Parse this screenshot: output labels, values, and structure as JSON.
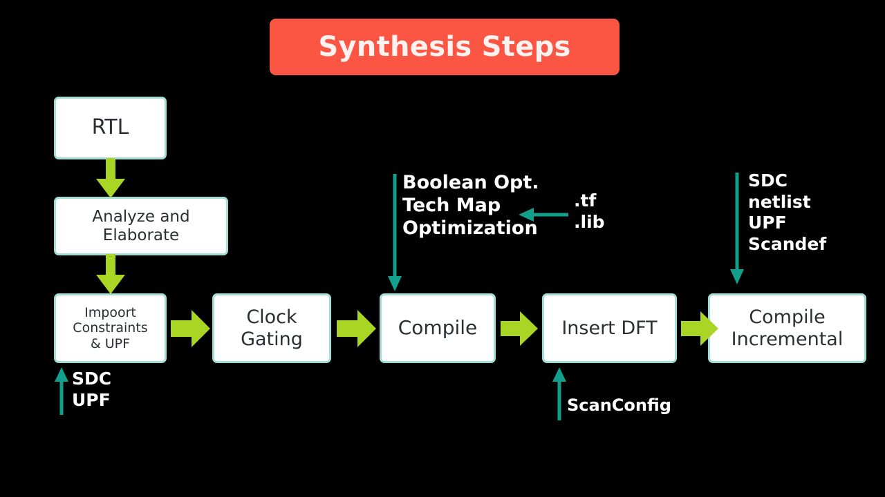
{
  "title": {
    "text": "Synthesis Steps",
    "banner_color": "#fb5543",
    "text_color": "#fdf2ef"
  },
  "colors": {
    "background": "#000000",
    "box_fill": "#ffffff",
    "box_border": "#a3ded6",
    "box_text": "#2b2f33",
    "flow_arrow": "#a9d524",
    "annotation_arrow": "#12a08c",
    "annotation_text": "#ffffff"
  },
  "flow": {
    "boxes": [
      {
        "id": "rtl",
        "label": "RTL"
      },
      {
        "id": "analyze",
        "label": "Analyze and\nElaborate"
      },
      {
        "id": "import",
        "label": "Impoort\nConstraints\n& UPF"
      },
      {
        "id": "clock-gating",
        "label": "Clock\nGating"
      },
      {
        "id": "compile",
        "label": "Compile"
      },
      {
        "id": "insert-dft",
        "label": "Insert DFT"
      },
      {
        "id": "compile-incr",
        "label": "Compile\nIncremental"
      }
    ],
    "arrows": [
      {
        "id": "rtl-to-analyze",
        "direction": "down"
      },
      {
        "id": "analyze-to-import",
        "direction": "down"
      },
      {
        "id": "import-to-clock-gating",
        "direction": "right"
      },
      {
        "id": "clock-gating-to-compile",
        "direction": "right"
      },
      {
        "id": "compile-to-insert-dft",
        "direction": "right"
      },
      {
        "id": "insert-dft-to-compile-incr",
        "direction": "right"
      }
    ]
  },
  "annotations": [
    {
      "id": "compile-inputs",
      "text": "Boolean Opt.\nTech Map\nOptimization",
      "arrow": "down",
      "target": "compile"
    },
    {
      "id": "tech-files",
      "text": ".tf\n.lib",
      "arrow": "left",
      "target": "compile-inputs"
    },
    {
      "id": "compile-incr-inputs",
      "text": "SDC\nnetlist\nUPF\nScandef",
      "arrow": "down",
      "target": "compile-incr"
    },
    {
      "id": "import-inputs",
      "text": "SDC\nUPF",
      "arrow": "up",
      "target": "import"
    },
    {
      "id": "dft-inputs",
      "text": "ScanConfig",
      "arrow": "up",
      "target": "insert-dft"
    }
  ]
}
